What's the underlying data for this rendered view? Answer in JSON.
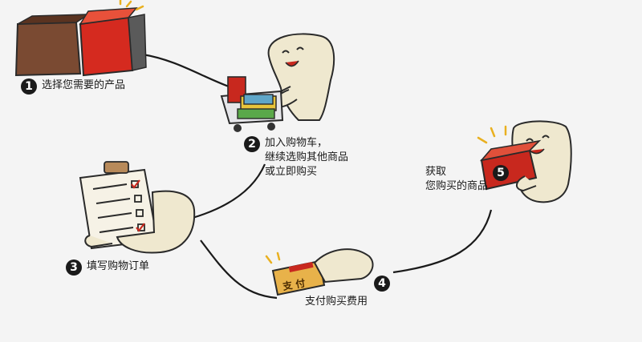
{
  "steps": [
    {
      "number": "1",
      "lines": [
        "选择您需要的产品"
      ]
    },
    {
      "number": "2",
      "lines": [
        "加入购物车，",
        "继续选购其他商品",
        "或立即购买"
      ]
    },
    {
      "number": "3",
      "lines": [
        "填写购物订单"
      ]
    },
    {
      "number": "4",
      "lines": [
        "支付购买费用"
      ]
    },
    {
      "number": "5",
      "lines": [
        "获取",
        "您购买的商品"
      ]
    }
  ],
  "card_label": "支 付",
  "colors": {
    "background": "#f4f4f4",
    "badge": "#1a1a1a",
    "red": "#c8281e",
    "brown": "#7a4a32",
    "character": "#efe8cf",
    "outline": "#2a2a2a",
    "card": "#e8b24a",
    "clipboard": "#b88a5a"
  },
  "icons": [
    "products-illustration",
    "cart-illustration",
    "clipboard-illustration",
    "payment-card-illustration",
    "gift-box-illustration"
  ]
}
